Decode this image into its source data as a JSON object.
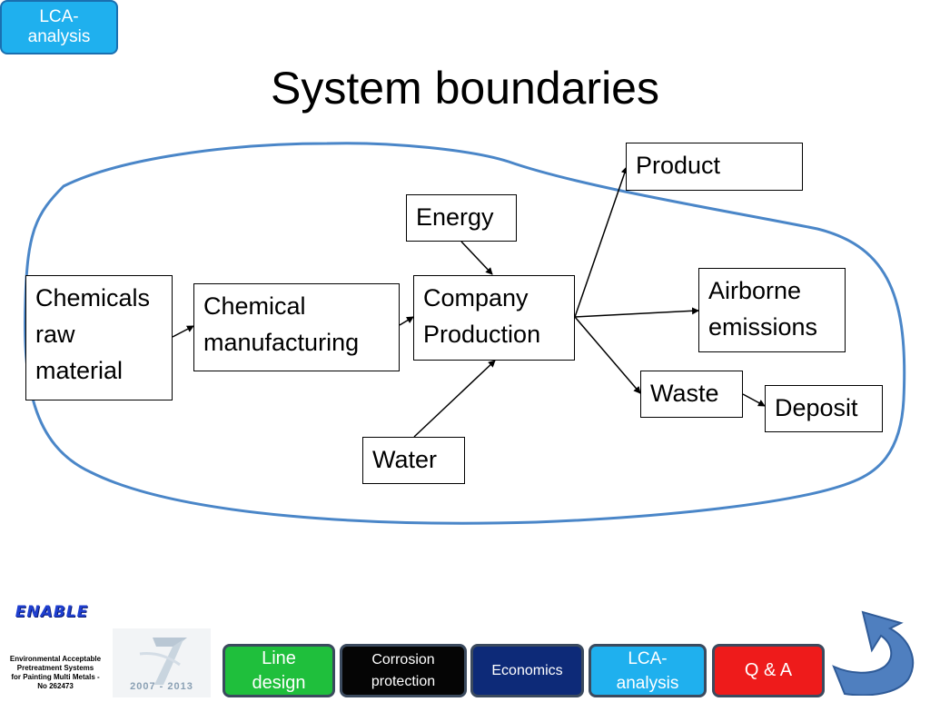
{
  "badge": {
    "label": "LCA-\nanalysis"
  },
  "title": "System boundaries",
  "diagram": {
    "nodes": {
      "chemicals_raw": "Chemicals\nraw\nmaterial",
      "chemical_manufacturing": "Chemical\nmanufacturing",
      "company_production": "Company\nProduction",
      "energy": "Energy",
      "water": "Water",
      "product": "Product",
      "airborne": "Airborne\nemissions",
      "waste": "Waste",
      "deposit": "Deposit"
    },
    "edges": [
      [
        "chemicals_raw",
        "chemical_manufacturing"
      ],
      [
        "chemical_manufacturing",
        "company_production"
      ],
      [
        "energy",
        "company_production"
      ],
      [
        "water",
        "company_production"
      ],
      [
        "company_production",
        "product"
      ],
      [
        "company_production",
        "airborne"
      ],
      [
        "company_production",
        "waste"
      ],
      [
        "waste",
        "deposit"
      ]
    ],
    "colors": {
      "boundary": "#4a86c8",
      "box_border": "#000000"
    }
  },
  "footer": {
    "logo_name": "ENABLE",
    "logo_text": "Environmental Acceptable\nPretreatment Systems\nfor Painting Multi Metals -\nNo 262473",
    "fp7_years": "2007 - 2013",
    "nav": [
      {
        "label": "Line\ndesign",
        "color": "#1fbf3c"
      },
      {
        "label": "Corrosion\nprotection",
        "color": "#050505"
      },
      {
        "label": "Economics",
        "color": "#0d2a78"
      },
      {
        "label": "LCA-\nanalysis",
        "color": "#1fb0ee"
      },
      {
        "label": "Q & A",
        "color": "#ee1b1b"
      }
    ],
    "back_icon": "curved-back-arrow-icon"
  }
}
